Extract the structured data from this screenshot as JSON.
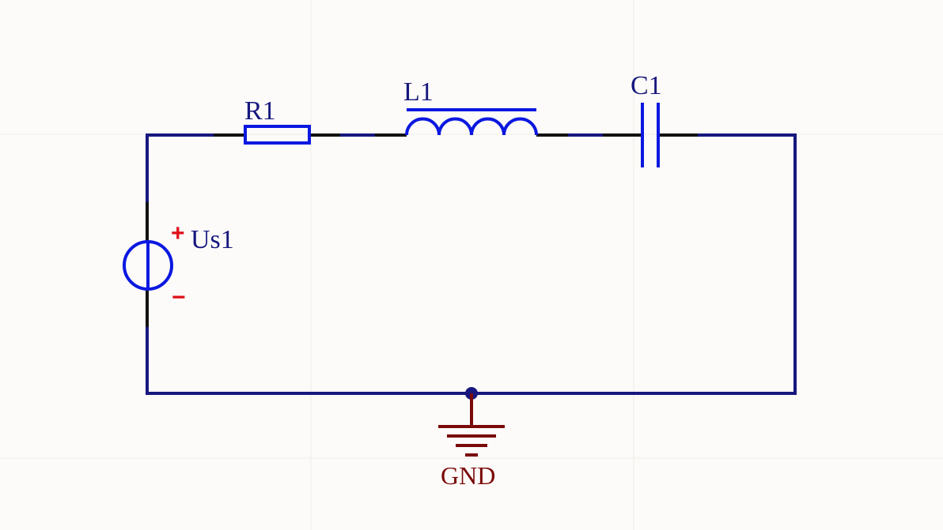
{
  "components": {
    "resistor": {
      "designator": "R1"
    },
    "inductor": {
      "designator": "L1"
    },
    "capacitor": {
      "designator": "C1"
    },
    "source": {
      "designator": "Us1",
      "plus": "+",
      "minus": "−"
    },
    "ground": {
      "label": "GND"
    }
  },
  "colors": {
    "wire": "#17177e",
    "component": "#0b18e0",
    "pin": "#111111",
    "polarity": "#e0101a",
    "ground": "#7a0a0a",
    "background": "#fcfbf9"
  }
}
